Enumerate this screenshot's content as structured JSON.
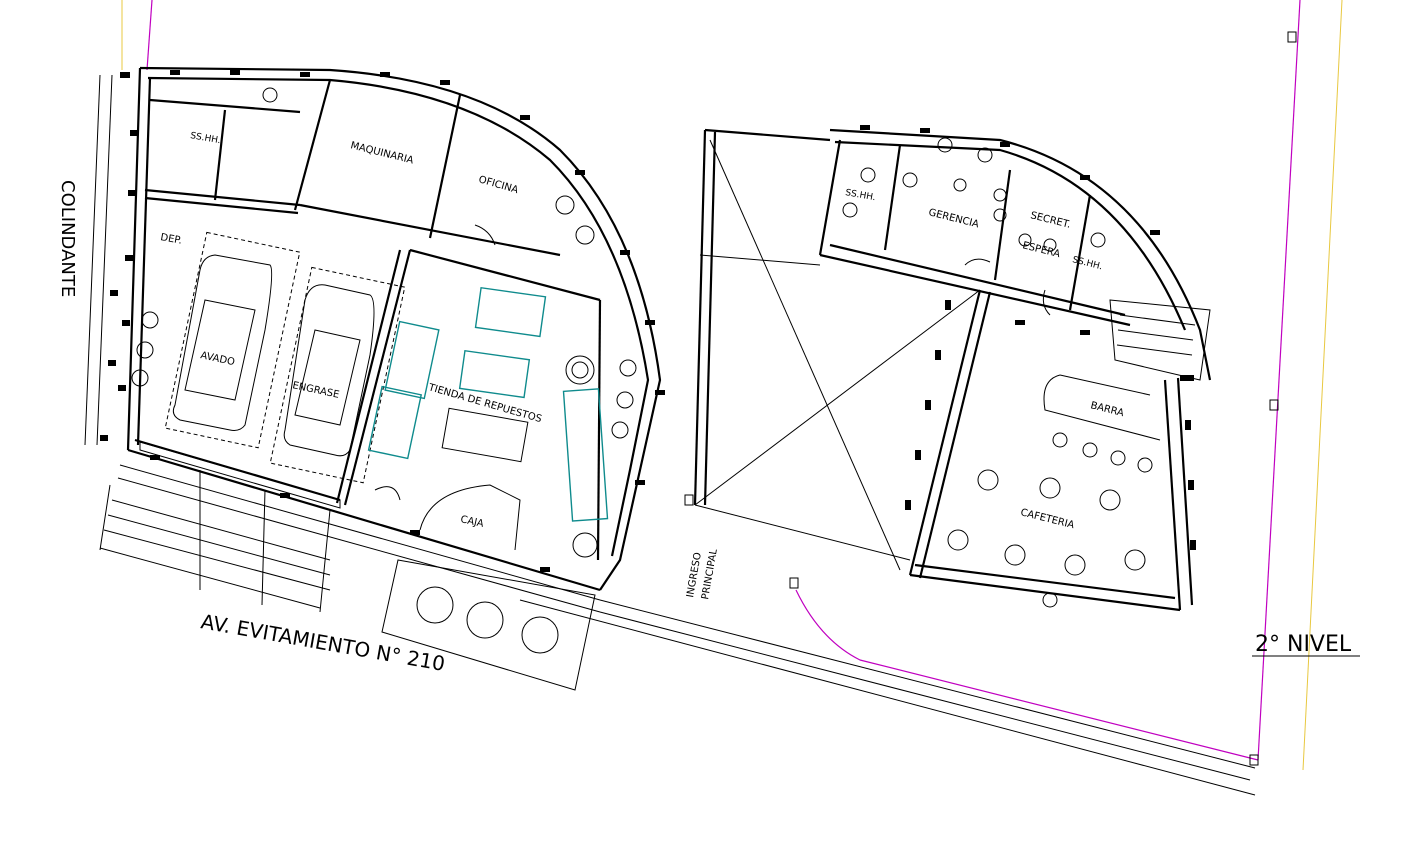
{
  "drawing": {
    "labels": {
      "colindante": "COLINDANTE",
      "street": "AV. EVITAMIENTO N° 210",
      "level": "2° NIVEL",
      "ingreso": "INGRESO",
      "principal": "PRINCIPAL",
      "ss_hh_1": "SS.HH.",
      "maquinaria": "MAQUINARIA",
      "oficina": "OFICINA",
      "dep": "DEP.",
      "avado": "AVADO",
      "engrase": "ENGRASE",
      "tienda": "TIENDA DE REPUESTOS",
      "caja": "CAJA",
      "ss_hh_2": "SS.HH.",
      "gerencia": "GERENCIA",
      "secret": "SECRET.",
      "espera": "ESPERA",
      "ss_hh_3": "SS.HH.",
      "barra": "BARRA",
      "cafeteria": "CAFETERIA"
    },
    "colors": {
      "line": "#000000",
      "furniture": "#0f8b8d",
      "boundary": "#c000c0",
      "axis": "#e8c840"
    }
  }
}
